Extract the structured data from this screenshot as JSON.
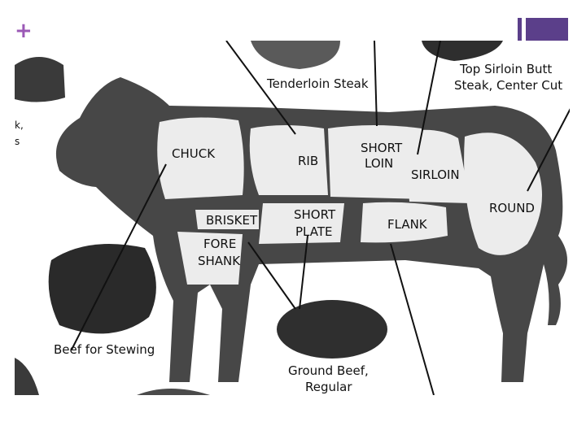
{
  "slide": {
    "plus_symbol": "+",
    "side_fragment_1": "k,",
    "side_fragment_2": "s"
  },
  "diagram": {
    "cuts": {
      "chuck": "CHUCK",
      "rib": "RIB",
      "short_loin_1": "SHORT",
      "short_loin_2": "LOIN",
      "sirloin": "SIRLOIN",
      "round": "ROUND",
      "brisket": "BRISKET",
      "fore_shank_1": "FORE",
      "fore_shank_2": "SHANK",
      "short_plate_1": "SHORT",
      "short_plate_2": "PLATE",
      "flank": "FLANK"
    },
    "products": {
      "tenderloin": "Tenderloin Steak",
      "top_sirloin_1": "Top Sirloin Butt",
      "top_sirloin_2": "Steak, Center Cut",
      "stewing": "Beef for Stewing",
      "ground_1": "Ground Beef,",
      "ground_2": "Regular"
    }
  },
  "colors": {
    "accent": "#9b59b6",
    "corner_bar": "#5b3f8a",
    "cow_body": "#474747",
    "cut_fill": "#ececec"
  }
}
